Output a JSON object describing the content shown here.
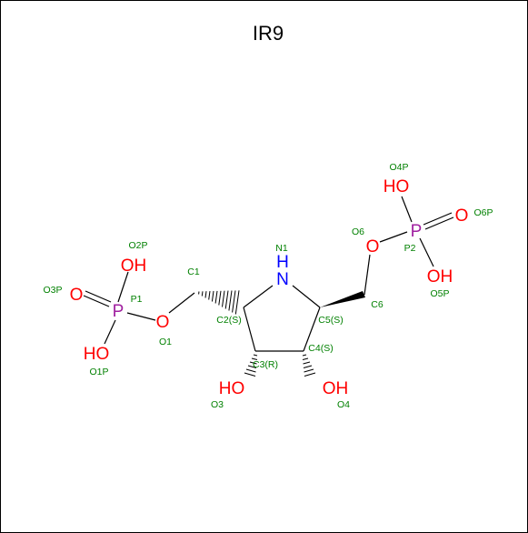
{
  "title": "IR9",
  "colors": {
    "oxygen": "#ff0000",
    "nitrogen": "#0000ff",
    "phosphorus": "#a020a0",
    "label": "#008000",
    "bond": "#000000"
  },
  "atoms": {
    "ho_o2p": "OH",
    "p1": "P",
    "o_o3p": "O",
    "o_o1": "O",
    "ho_o1p": "HO",
    "n1": "N",
    "n1_h": "H",
    "ho_o3": "HO",
    "oh_o4": "OH",
    "o_o6": "O",
    "ho_o4p": "HO",
    "p2": "P",
    "o_o6p": "O",
    "oh_o5p": "OH"
  },
  "labels": {
    "o2p": "O2P",
    "p1": "P1",
    "o3p": "O3P",
    "o1": "O1",
    "o1p": "O1P",
    "c1": "C1",
    "n1": "N1",
    "c2": "C2(S)",
    "c3": "C3(R)",
    "c4": "C4(S)",
    "c5": "C5(S)",
    "c6": "C6",
    "o3": "O3",
    "o4": "O4",
    "o6": "O6",
    "o4p": "O4P",
    "p2": "P2",
    "o6p": "O6P",
    "o5p": "O5P"
  }
}
